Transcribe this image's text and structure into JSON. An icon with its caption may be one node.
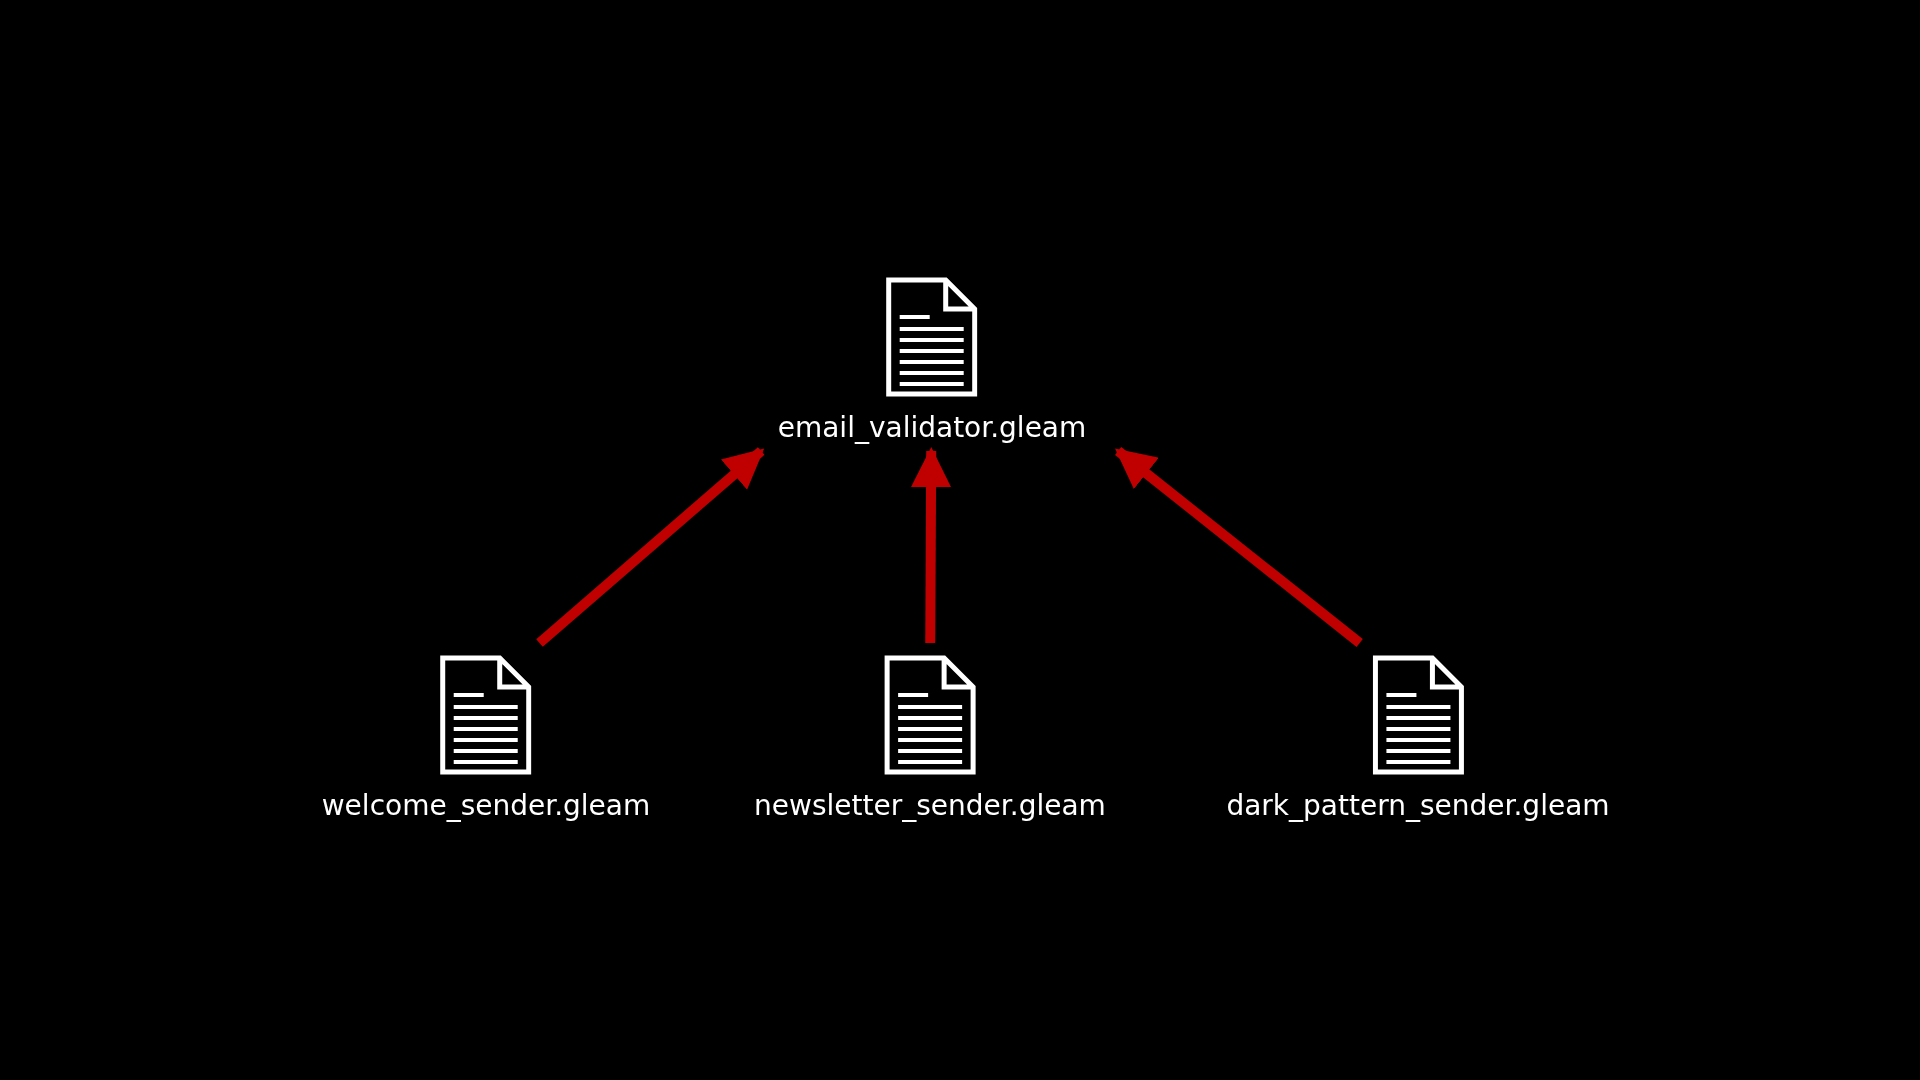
{
  "diagram": {
    "nodes": [
      {
        "text": [
          "email_validator.gleam"
        ]
      },
      {
        "text": [
          "welcome_sender.gleam"
        ]
      },
      {
        "text": [
          "newsletter_sender.gleam"
        ]
      },
      {
        "text": [
          "dark_pattern_sender.gleam"
        ]
      }
    ],
    "edges": [
      {
        "from": 1,
        "to": 0,
        "arrow": "to"
      },
      {
        "from": 2,
        "to": 0,
        "arrow": "to"
      },
      {
        "from": 3,
        "to": 0,
        "arrow": "to"
      }
    ]
  }
}
